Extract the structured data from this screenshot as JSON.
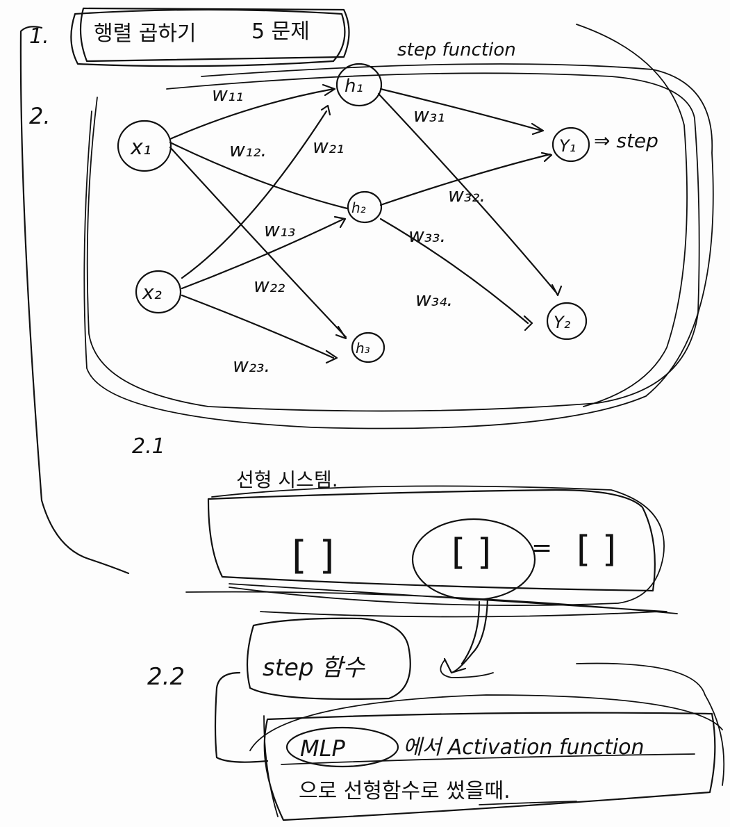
{
  "section1": {
    "number": "1.",
    "title": "행렬 곱하기",
    "count": "5 문제"
  },
  "section2": {
    "number": "2.",
    "step_function_label": "step function",
    "output_arrow_label": "⇒ step",
    "nodes": {
      "x1": "x₁",
      "x2": "x₂",
      "h1": "h₁",
      "h2": "h₂",
      "h3": "h₃",
      "y1": "Y₁",
      "y2": "Y₂"
    },
    "weights": {
      "w11": "w₁₁",
      "w12": "w₁₂.",
      "w13": "w₁₃",
      "w21": "w₂₁",
      "w22": "w₂₂",
      "w23": "w₂₃.",
      "w31": "w₃₁",
      "w32": "w₃₂.",
      "w33": "w₃₃.",
      "w34": "w₃₄."
    }
  },
  "section2_1": {
    "number": "2.1",
    "title": "선형 시스템.",
    "equation": {
      "matrix_a": "[      ]",
      "matrix_b": "[ ]",
      "equals": "=",
      "matrix_c": "[ ]"
    }
  },
  "section2_2": {
    "number": "2.2",
    "step_box": "step 함수",
    "mlp_line_prefix": "MLP",
    "mlp_line_rest": "에서 Activation function",
    "second_line": "으로 선형함수로 썼을때."
  }
}
